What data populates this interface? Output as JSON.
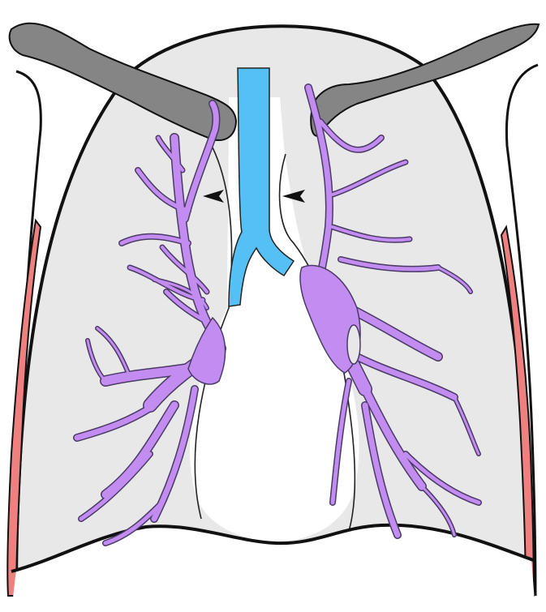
{
  "diagram": {
    "subject": "chest-lungs-illustration",
    "colors": {
      "background": "#ffffff",
      "lung_fill": "#e8e8e8",
      "outline": "#111111",
      "clavicle": "#858585",
      "trachea": "#55c0f5",
      "vessels": "#c38cf0",
      "vessel_edge": "#4a3a66",
      "chest_wall_band": "#ee8080",
      "arrowhead": "#111111"
    },
    "markers": [
      {
        "name": "left-arrowhead-marker",
        "direction": "left"
      },
      {
        "name": "right-arrowhead-marker",
        "direction": "left"
      }
    ]
  }
}
